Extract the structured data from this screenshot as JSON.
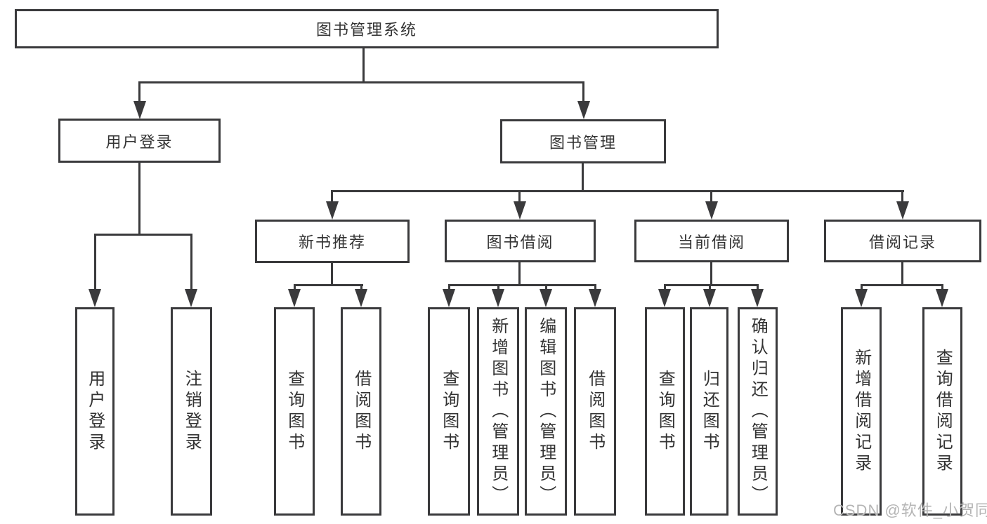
{
  "diagram": {
    "root": {
      "label": "图书管理系统"
    },
    "level2": [
      {
        "label": "用户登录"
      },
      {
        "label": "图书管理"
      }
    ],
    "level3": [
      {
        "label": "新书推荐"
      },
      {
        "label": "图书借阅"
      },
      {
        "label": "当前借阅"
      },
      {
        "label": "借阅记录"
      }
    ],
    "leaves": {
      "user_login": [
        {
          "label": "用户登录"
        },
        {
          "label": "注销登录"
        }
      ],
      "new_book": [
        {
          "label": "查询图书"
        },
        {
          "label": "借阅图书"
        }
      ],
      "book_borrow": [
        {
          "label": "查询图书"
        },
        {
          "label": "新增图书（管理员）"
        },
        {
          "label": "编辑图书（管理员）"
        },
        {
          "label": "借阅图书"
        }
      ],
      "current_borrow": [
        {
          "label": "查询图书"
        },
        {
          "label": "归还图书"
        },
        {
          "label": "确认归还（管理员）"
        }
      ],
      "borrow_record": [
        {
          "label": "新增借阅记录"
        },
        {
          "label": "查询借阅记录"
        }
      ]
    },
    "colors": {
      "line": "#3a3a3c",
      "text": "#333333",
      "background": "#ffffff"
    }
  },
  "watermark": {
    "text": "CSDN @软件_小贺同学",
    "color": "#b5b5b5"
  }
}
